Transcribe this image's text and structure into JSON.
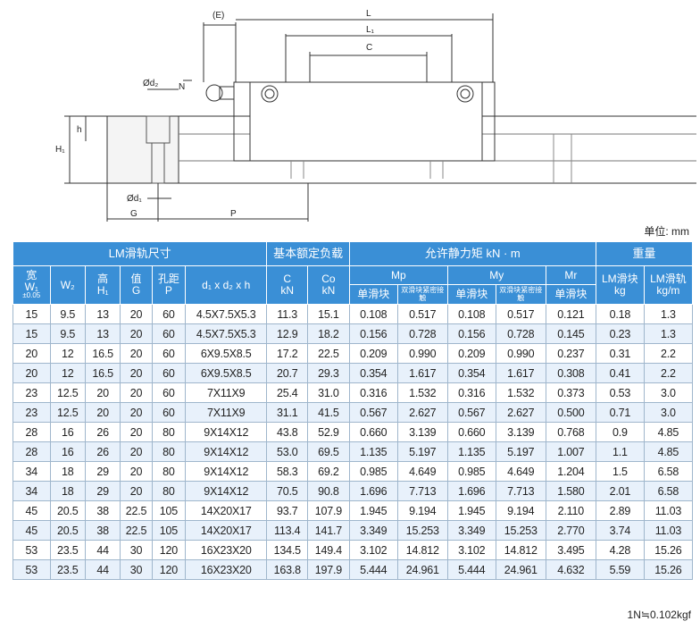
{
  "drawing": {
    "labels": {
      "E": "(E)",
      "L": "L",
      "L1": "L₁",
      "C": "C",
      "N": "N",
      "d2": "Ød₂",
      "d1": "Ød₁",
      "h": "h",
      "H1": "H₁",
      "G": "G",
      "P": "P"
    }
  },
  "unit_label": "单位: mm",
  "table": {
    "group_headers": {
      "lm_rail": "LM滑轨尺寸",
      "load": "基本额定负载",
      "moment": "允许静力矩 kN · m",
      "weight": "重量"
    },
    "col_headers": {
      "w1": "宽",
      "w1_sym": "W₁",
      "w1_tol": "±0.05",
      "w2": "W₂",
      "h1": "高",
      "h1_sym": "H₁",
      "g": "值",
      "g_sym": "G",
      "p": "孔距",
      "p_sym": "P",
      "d": "d₁ x d₂ x h",
      "c": "C",
      "c_unit": "kN",
      "co": "Co",
      "co_unit": "kN",
      "mp": "Mp",
      "my": "My",
      "mr": "Mr",
      "single": "单滑块",
      "double": "双滑块紧密接触",
      "lm_block": "LM滑块",
      "lm_block_unit": "kg",
      "lm_rail": "LM滑轨",
      "lm_rail_unit": "kg/m"
    },
    "rows": [
      [
        "15",
        "9.5",
        "13",
        "20",
        "60",
        "4.5X7.5X5.3",
        "11.3",
        "15.1",
        "0.108",
        "0.517",
        "0.108",
        "0.517",
        "0.121",
        "0.18",
        "1.3"
      ],
      [
        "15",
        "9.5",
        "13",
        "20",
        "60",
        "4.5X7.5X5.3",
        "12.9",
        "18.2",
        "0.156",
        "0.728",
        "0.156",
        "0.728",
        "0.145",
        "0.23",
        "1.3"
      ],
      [
        "20",
        "12",
        "16.5",
        "20",
        "60",
        "6X9.5X8.5",
        "17.2",
        "22.5",
        "0.209",
        "0.990",
        "0.209",
        "0.990",
        "0.237",
        "0.31",
        "2.2"
      ],
      [
        "20",
        "12",
        "16.5",
        "20",
        "60",
        "6X9.5X8.5",
        "20.7",
        "29.3",
        "0.354",
        "1.617",
        "0.354",
        "1.617",
        "0.308",
        "0.41",
        "2.2"
      ],
      [
        "23",
        "12.5",
        "20",
        "20",
        "60",
        "7X11X9",
        "25.4",
        "31.0",
        "0.316",
        "1.532",
        "0.316",
        "1.532",
        "0.373",
        "0.53",
        "3.0"
      ],
      [
        "23",
        "12.5",
        "20",
        "20",
        "60",
        "7X11X9",
        "31.1",
        "41.5",
        "0.567",
        "2.627",
        "0.567",
        "2.627",
        "0.500",
        "0.71",
        "3.0"
      ],
      [
        "28",
        "16",
        "26",
        "20",
        "80",
        "9X14X12",
        "43.8",
        "52.9",
        "0.660",
        "3.139",
        "0.660",
        "3.139",
        "0.768",
        "0.9",
        "4.85"
      ],
      [
        "28",
        "16",
        "26",
        "20",
        "80",
        "9X14X12",
        "53.0",
        "69.5",
        "1.135",
        "5.197",
        "1.135",
        "5.197",
        "1.007",
        "1.1",
        "4.85"
      ],
      [
        "34",
        "18",
        "29",
        "20",
        "80",
        "9X14X12",
        "58.3",
        "69.2",
        "0.985",
        "4.649",
        "0.985",
        "4.649",
        "1.204",
        "1.5",
        "6.58"
      ],
      [
        "34",
        "18",
        "29",
        "20",
        "80",
        "9X14X12",
        "70.5",
        "90.8",
        "1.696",
        "7.713",
        "1.696",
        "7.713",
        "1.580",
        "2.01",
        "6.58"
      ],
      [
        "45",
        "20.5",
        "38",
        "22.5",
        "105",
        "14X20X17",
        "93.7",
        "107.9",
        "1.945",
        "9.194",
        "1.945",
        "9.194",
        "2.110",
        "2.89",
        "11.03"
      ],
      [
        "45",
        "20.5",
        "38",
        "22.5",
        "105",
        "14X20X17",
        "113.4",
        "141.7",
        "3.349",
        "15.253",
        "3.349",
        "15.253",
        "2.770",
        "3.74",
        "11.03"
      ],
      [
        "53",
        "23.5",
        "44",
        "30",
        "120",
        "16X23X20",
        "134.5",
        "149.4",
        "3.102",
        "14.812",
        "3.102",
        "14.812",
        "3.495",
        "4.28",
        "15.26"
      ],
      [
        "53",
        "23.5",
        "44",
        "30",
        "120",
        "16X23X20",
        "163.8",
        "197.9",
        "5.444",
        "24.961",
        "5.444",
        "24.961",
        "4.632",
        "5.59",
        "15.26"
      ]
    ]
  },
  "note": "1N≒0.102kgf"
}
